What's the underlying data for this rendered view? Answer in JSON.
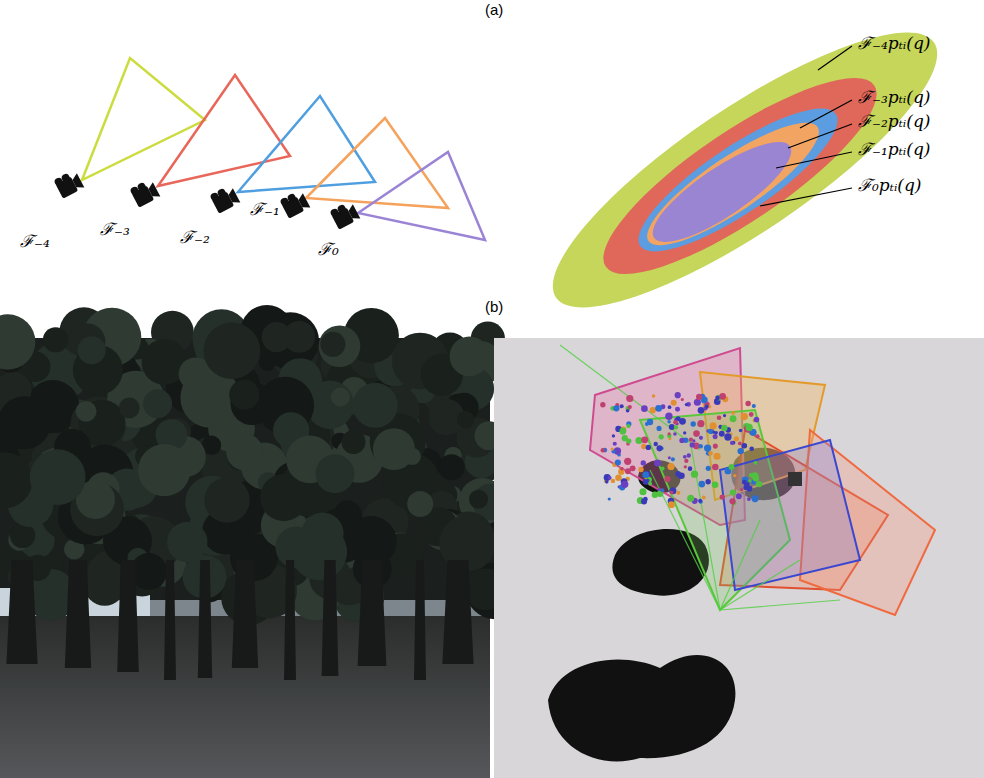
{
  "diagram": {
    "labels": [
      "(a)",
      "ℱ₋₄",
      "ℱ₋₃",
      "ℱ₋₂",
      "ℱ₋₁",
      "ℱ₀",
      "ℱ₋₄pₜᵢ(q)",
      "ℱ₋₃pₜᵢ(q)",
      "ℱ₋₂pₜᵢ(q)",
      "ℱ₋₁pₜᵢ(q)",
      "ℱ₀pₜᵢ(q)",
      "(b)"
    ]
  }
}
